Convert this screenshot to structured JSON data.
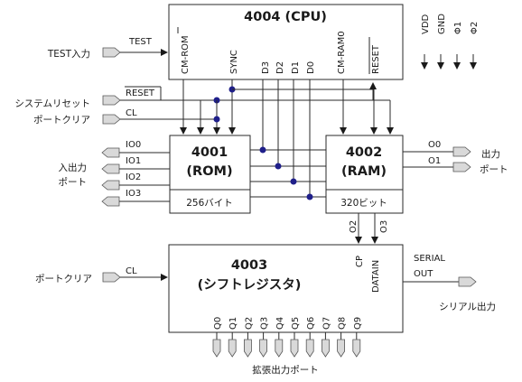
{
  "cpu": {
    "title": "4004 (CPU)",
    "pins": [
      "CM-ROM",
      "SYNC",
      "D3",
      "D2",
      "D1",
      "D0",
      "CM-RAM0",
      "RESET"
    ]
  },
  "power_pins": [
    "VDD",
    "GND",
    "Φ1",
    "Φ2"
  ],
  "rom": {
    "title": "4001",
    "subtitle": "(ROM)",
    "capacity": "256バイト"
  },
  "ram": {
    "title": "4002",
    "subtitle": "(RAM)",
    "capacity": "320ビット"
  },
  "shift": {
    "title": "4003",
    "subtitle": "(シフトレジスタ)",
    "pins": [
      "CP",
      "DATAIN"
    ]
  },
  "signals": {
    "test_input": "TEST入力",
    "test": "TEST",
    "system_reset": "システムリセット",
    "reset": "RESET",
    "port_clear": "ポートクリア",
    "cl": "CL",
    "io_label_line1": "入出力",
    "io_label_line2": "ポート",
    "io": [
      "IO0",
      "IO1",
      "IO2",
      "IO3"
    ],
    "out_label_line1": "出力",
    "out_label_line2": "ポート",
    "outputs": [
      "O0",
      "O1"
    ],
    "ram_bottom": [
      "O2",
      "O3"
    ],
    "shift_clear": "ポートクリア",
    "shift_cl": "CL",
    "serial_line1": "SERIAL",
    "serial_line2": "OUT",
    "serial_out": "シリアル出力",
    "q": [
      "Q0",
      "Q1",
      "Q2",
      "Q3",
      "Q4",
      "Q5",
      "Q6",
      "Q7",
      "Q8",
      "Q9"
    ],
    "expansion": "拡張出力ポート"
  }
}
